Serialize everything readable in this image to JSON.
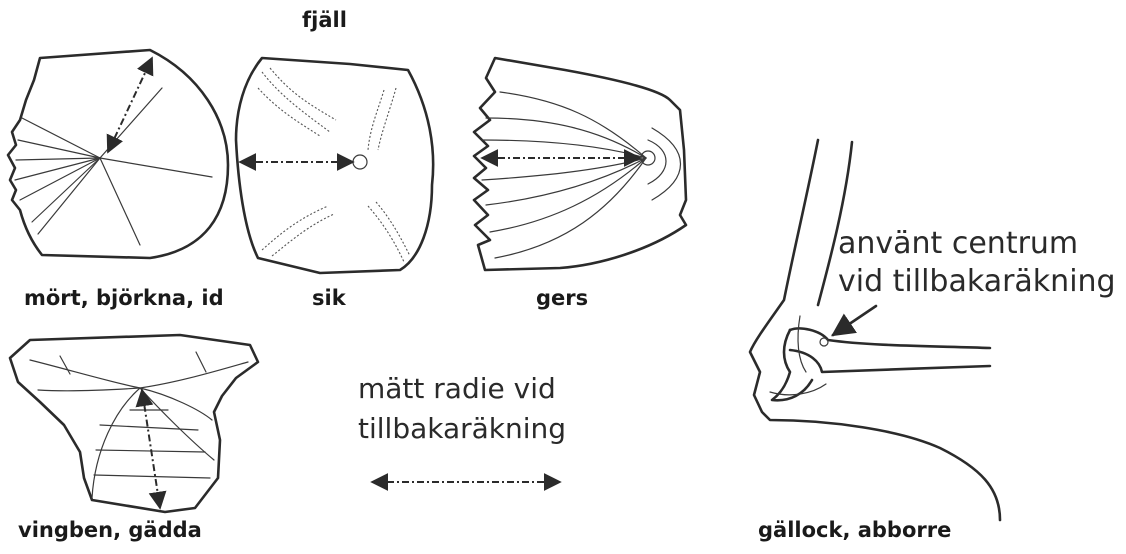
{
  "labels": {
    "fjall": "fjäll",
    "mort": "mört, björkna, id",
    "sik": "sik",
    "gers": "gers",
    "vingben": "vingben, gädda",
    "gallock": "gällock, abborre"
  },
  "annotations": {
    "radius_line1": "mätt radie vid",
    "radius_line2": "tillbakaräkning",
    "centre_line1": "använt centrum",
    "centre_line2": "vid tillbakaräkning"
  }
}
